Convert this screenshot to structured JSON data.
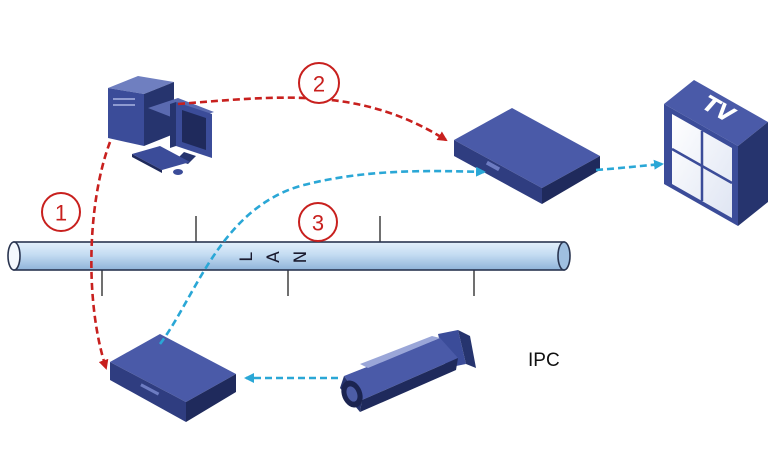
{
  "labels": {
    "lan": [
      "L",
      "A",
      "N"
    ],
    "ipc": "IPC",
    "tv": "TV"
  },
  "steps": [
    "1",
    "2",
    "3"
  ],
  "colors": {
    "red_path": "#c8201e",
    "blue_path": "#2aa7d6",
    "device": "#3b4c99",
    "device_dark": "#26346e",
    "pipe": "#b7d3ee",
    "pipe_edge": "#2a3550"
  }
}
